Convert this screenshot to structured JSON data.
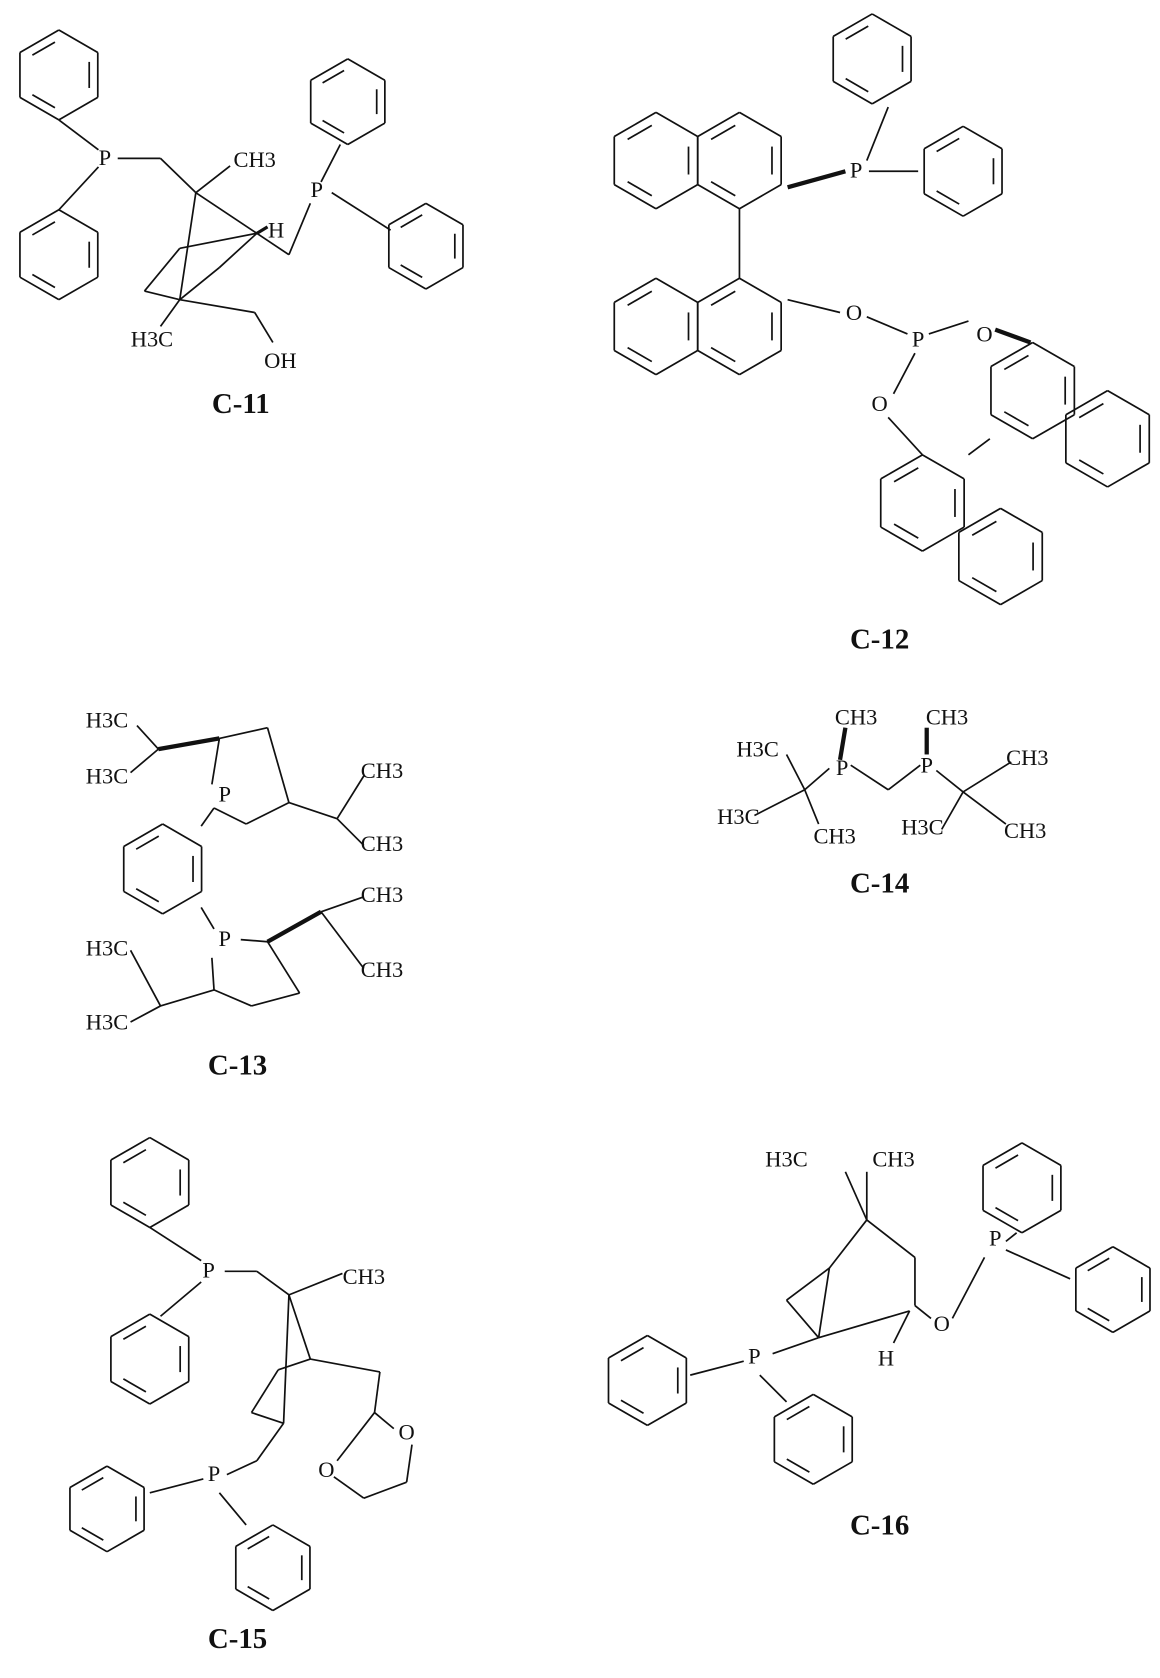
{
  "compounds": [
    {
      "label": "C-11",
      "atoms": [
        "P",
        "CH3",
        "H",
        "P",
        "H3C",
        "OH"
      ]
    },
    {
      "label": "C-12",
      "atoms": [
        "P",
        "O",
        "P",
        "O",
        "O"
      ]
    },
    {
      "label": "C-13",
      "atoms": [
        "H3C",
        "H3C",
        "P",
        "CH3",
        "CH3",
        "CH3",
        "P",
        "CH3",
        "H3C",
        "H3C"
      ]
    },
    {
      "label": "C-14",
      "atoms": [
        "CH3",
        "CH3",
        "H3C",
        "P",
        "P",
        "CH3",
        "H3C",
        "CH3",
        "H3C",
        "CH3"
      ]
    },
    {
      "label": "C-15",
      "atoms": [
        "P",
        "CH3",
        "O",
        "O",
        "P"
      ]
    },
    {
      "label": "C-16",
      "atoms": [
        "H3C",
        "CH3",
        "P",
        "O",
        "P",
        "H"
      ]
    }
  ],
  "colors": {
    "ink": "#111111",
    "background": "#ffffff"
  }
}
